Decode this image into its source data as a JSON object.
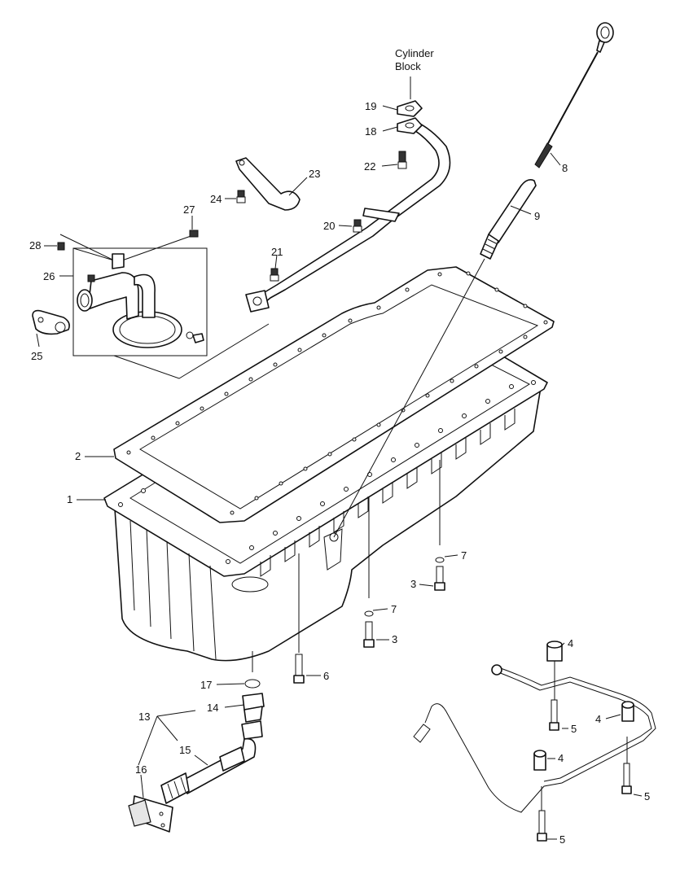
{
  "diagram": {
    "block_label_line1": "Cylinder",
    "block_label_line2": "Block",
    "callouts": [
      "1",
      "2",
      "3",
      "3",
      "4",
      "4",
      "4",
      "5",
      "5",
      "5",
      "6",
      "7",
      "7",
      "8",
      "9",
      "13",
      "14",
      "15",
      "16",
      "17",
      "18",
      "19",
      "20",
      "21",
      "22",
      "23",
      "24",
      "25",
      "26",
      "27",
      "28"
    ]
  }
}
